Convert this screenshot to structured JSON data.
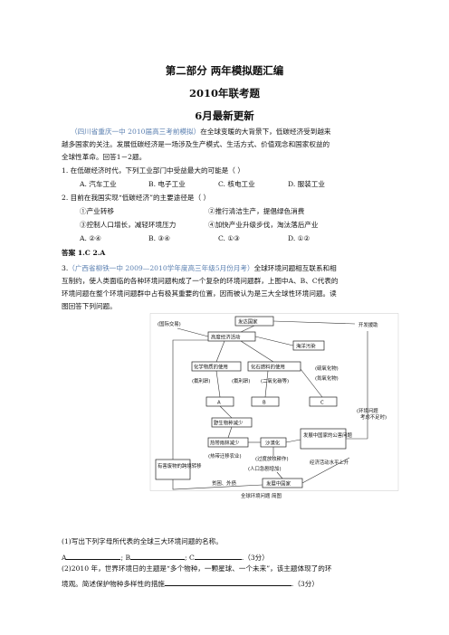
{
  "heading": {
    "part": "第二部分 两年模拟题汇编",
    "year": "2010年联考题",
    "month": "6月最新更新"
  },
  "section1": {
    "source": "（四川省重庆一中 2010届高三考前模拟）",
    "intro_l1": "在全球变暖的大背景下，低碳经济受到越来",
    "intro_l2": "越多国家的关注。发展低碳经济是一场涉及生产模式、生活方式、价值观念和国家权益的",
    "intro_l3": "全球性革命。回答1－2题。",
    "q1": "1. 在低碳经济时代，下列工业部门中受益最大的可能是（    ）",
    "q1_options": [
      "A. 汽车工业",
      "B. 电子工业",
      "C. 核电工业",
      "D. 服装工业"
    ],
    "q2": "2. 目前在我国实现“低碳经济”的主要途径是（    ）",
    "q2_items": [
      "①产业转移",
      "②推行清洁生产，提倡绿色消费",
      "③控制人口增长，减轻环境压力",
      "④加快产业升级步伐，淘汰落后产业"
    ],
    "q2_options": [
      "A. ②④",
      "B. ③④",
      "C. ①③",
      "D. ①②"
    ],
    "answer": "答案  1.C  2.A"
  },
  "section2": {
    "num": "3.",
    "source": "（广西省柳铁一中 2009—2010学年度高三年级5月份月考）",
    "intro_l1": "全球环境问题相互联系和相",
    "intro_l2": "互制约，使人类面临的各种环境问题构成了一个复杂的环境问题群，上图中A、B、C代表的",
    "intro_l3": "环境问题在整个环境问题群中占有极其重要的位置，因而被认为是三大全球性环境问题。读",
    "intro_l4": "图回答下列问题。"
  },
  "figure": {
    "caption": "全球环境问题 简图",
    "labels": {
      "developed": "发达国家",
      "intl_trade": "(国际交易)",
      "high_econ": "高度经济活动",
      "ocean": "海洋污染",
      "dev_act": "开发援助",
      "chem": "化学物质的使用",
      "fossil": "化石燃料的使用",
      "sulfur": "(硫氧化物)",
      "nitro": "(氮氧化物)",
      "freon": "(氟利昂)",
      "freon2": "(氟利昂)",
      "co2": "(二氧化碳等)",
      "a": "A",
      "b": "B",
      "c": "C",
      "env_issue": "(环境问题",
      "env_issue2": "考虑不足时)",
      "wildlife": "野生物种减少",
      "rainforest": "热带雨林减少",
      "desert": "沙漠化",
      "dev_public": "发展中国家的公害问题",
      "burn_farm": "(热带迁移农业)",
      "harmful": "有害废物的跨境转移",
      "overgraze": "(过度放牧耕作)",
      "population": "(人口急剧增加)",
      "econ_up": "经济活动水平上升",
      "poverty": "贫困、外债",
      "developing": "发展中国家"
    }
  },
  "questions": {
    "q_1": "(1)写出下列字母所代表的全球三大环境问题的名称。",
    "q_1_a": "A",
    "q_1_b": "; B",
    "q_1_c": "; C",
    "q_1_score": ".（3分）",
    "q_2_l1": "(2)2010 年，世界环境日的主题是“多个物种，一颗星球、一个未来”，该主题体现了的环",
    "q_2_l2": "境观。简述保护物种多样性的措施",
    "q_2_score": ".（3分）"
  }
}
